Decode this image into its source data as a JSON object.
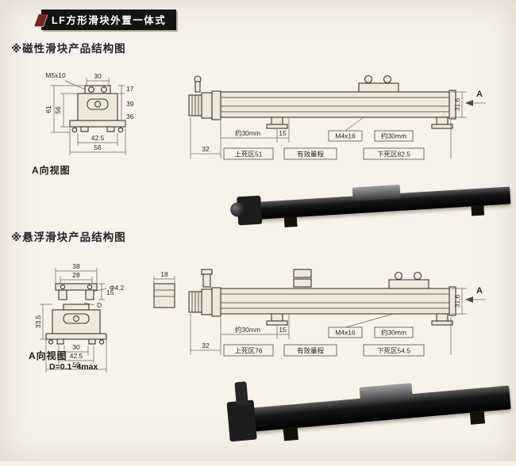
{
  "banner": {
    "title": "LF方形滑块外置一体式"
  },
  "sections": [
    {
      "title": "※磁性滑块产品结构图",
      "cross": {
        "view_label": "A向视图",
        "thread_callout": "M5x10",
        "dim_top_width": "30",
        "dim_total_height": "61",
        "dim_body_height": "56",
        "dim_right_a": "17",
        "dim_right_b": "39",
        "dim_right_c": "36",
        "dim_bolt_span": "42.5",
        "dim_base_width": "56"
      },
      "side": {
        "dim_left_offset": "32",
        "dim_left_approx": "约30mm",
        "dim_left_gap": "15",
        "dead_zone_upper": "上死区51",
        "effective_travel": "有效量程",
        "screw_callout": "M4x16",
        "dim_right_approx": "约30mm",
        "dead_zone_lower": "下死区82.5",
        "dim_height": "31.6",
        "section_mark": "A"
      }
    },
    {
      "title": "※悬浮滑块产品结构图",
      "cross": {
        "view_label": "A向视图",
        "float_note": "D=0.1~4max",
        "dim_top_a": "38",
        "dim_top_b": "28",
        "hole_callout": "Φ4.2",
        "dim_block_width": "18",
        "dim_side": "15",
        "gap_label": "D",
        "dim_left_height": "33.5",
        "dim_bot_a": "30",
        "dim_bot_b": "42.5",
        "dim_bot_c": "56"
      },
      "side": {
        "dim_left_offset": "32",
        "dim_left_approx": "约30mm",
        "dim_left_gap": "15",
        "dead_zone_upper": "上死区76",
        "effective_travel": "有效量程",
        "screw_callout": "M4x16",
        "dim_right_approx": "约30mm",
        "dead_zone_lower": "下死区54.5",
        "dim_height": "31.6",
        "section_mark": "A"
      }
    }
  ]
}
